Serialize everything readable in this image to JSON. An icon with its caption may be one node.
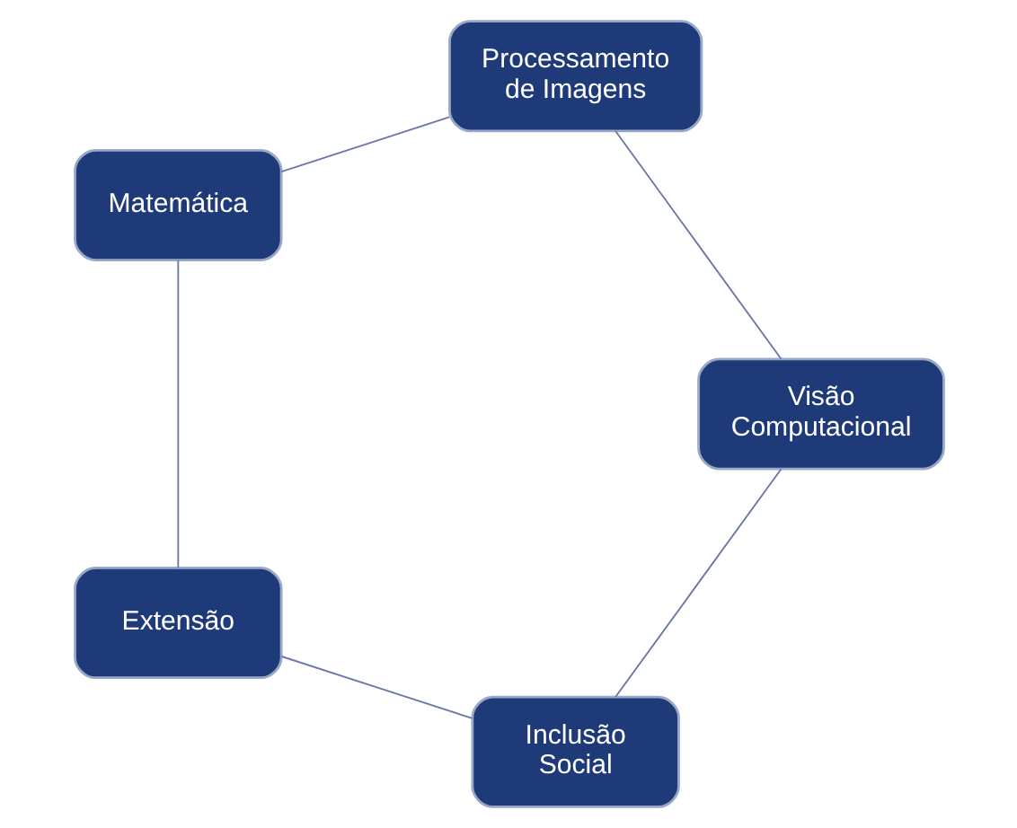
{
  "diagram": {
    "nodes": [
      {
        "text": [
          "Inclusão Social"
        ]
      },
      {
        "text": [
          "Extensão"
        ]
      },
      {
        "text": [
          "Matemática"
        ]
      },
      {
        "text": [
          "Processamento de Imagens"
        ]
      },
      {
        "text": [
          "Visão Computacional"
        ]
      }
    ],
    "edges": [
      {
        "from": 0,
        "to": 1,
        "arrow": "none"
      },
      {
        "from": 1,
        "to": 2,
        "arrow": "none"
      },
      {
        "from": 2,
        "to": 3,
        "arrow": "none"
      },
      {
        "from": 3,
        "to": 4,
        "arrow": "none"
      },
      {
        "from": 4,
        "to": 0,
        "arrow": "none"
      }
    ]
  }
}
